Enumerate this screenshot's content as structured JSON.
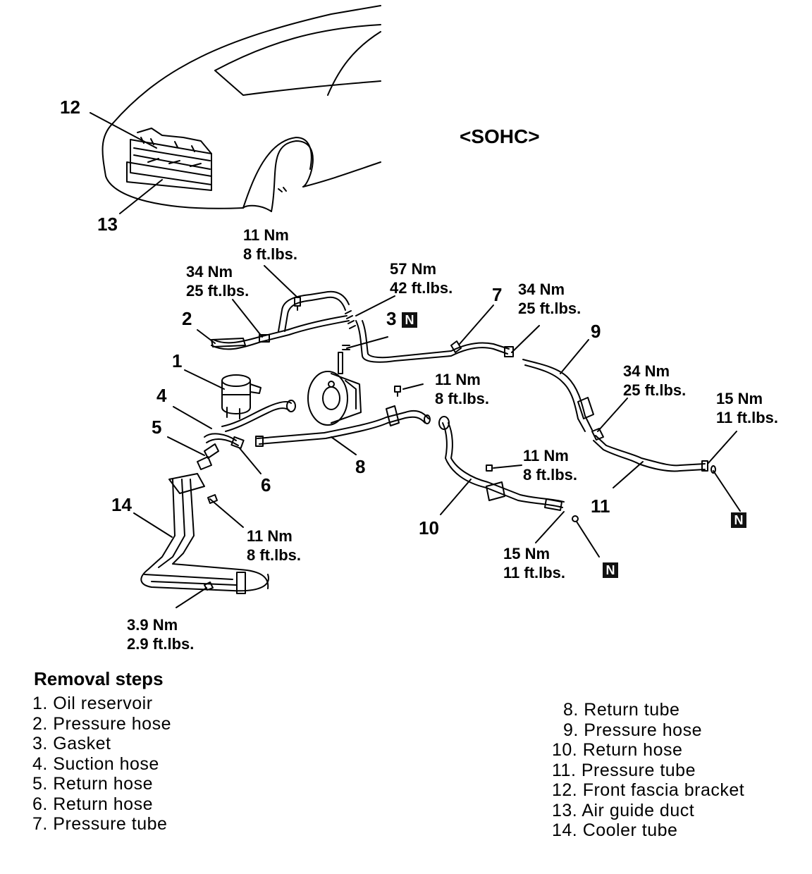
{
  "header": {
    "variant": "<SOHC>"
  },
  "callouts": {
    "c1": "1",
    "c2": "2",
    "c3": "3",
    "c4": "4",
    "c5": "5",
    "c6": "6",
    "c7": "7",
    "c8": "8",
    "c9": "9",
    "c10": "10",
    "c11": "11",
    "c12": "12",
    "c13": "13",
    "c14": "14"
  },
  "new_part_mark": "N",
  "torques": [
    {
      "nm": "11 Nm",
      "ft": "8 ft.lbs."
    },
    {
      "nm": "34 Nm",
      "ft": "25 ft.lbs."
    },
    {
      "nm": "57 Nm",
      "ft": "42 ft.lbs."
    },
    {
      "nm": "34 Nm",
      "ft": "25 ft.lbs."
    },
    {
      "nm": "11 Nm",
      "ft": "8 ft.lbs."
    },
    {
      "nm": "34 Nm",
      "ft": "25 ft.lbs."
    },
    {
      "nm": "15 Nm",
      "ft": "11 ft.lbs."
    },
    {
      "nm": "11 Nm",
      "ft": "8 ft.lbs."
    },
    {
      "nm": "11 Nm",
      "ft": "8 ft.lbs."
    },
    {
      "nm": "15 Nm",
      "ft": "11 ft.lbs."
    },
    {
      "nm": "3.9 Nm",
      "ft": "2.9 ft.lbs."
    }
  ],
  "removal": {
    "title": "Removal steps",
    "left": [
      "1. Oil reservoir",
      "2. Pressure hose",
      "3. Gasket",
      "4. Suction hose",
      "5. Return hose",
      "6. Return hose",
      "7. Pressure tube"
    ],
    "right": [
      "8. Return tube",
      "9. Pressure hose",
      "10. Return hose",
      "11. Pressure tube",
      "12. Front fascia bracket",
      "13. Air guide duct",
      "14. Cooler tube"
    ]
  }
}
